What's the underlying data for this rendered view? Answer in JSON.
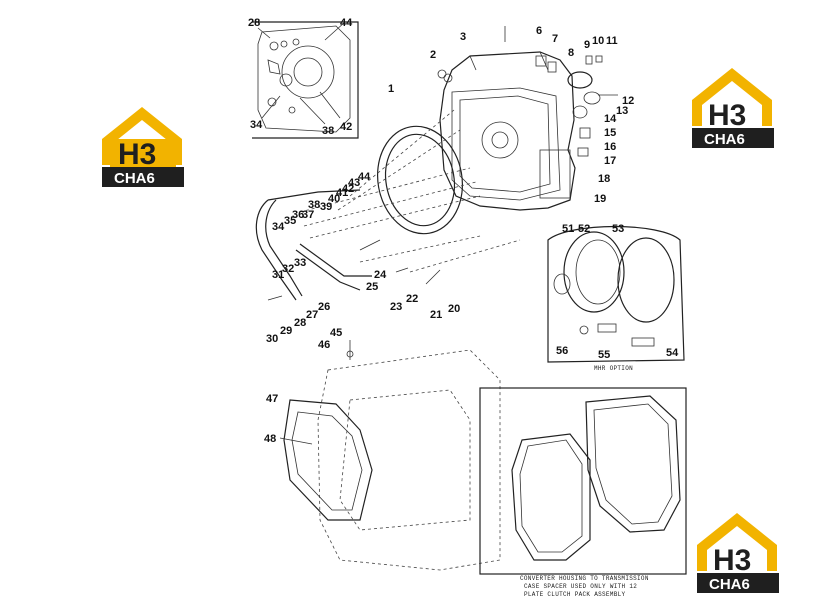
{
  "callouts": [
    "28",
    "44",
    "34",
    "38",
    "42",
    "2",
    "3",
    "6",
    "7",
    "8",
    "9",
    "10",
    "11",
    "12",
    "13",
    "14",
    "15",
    "16",
    "17",
    "18",
    "19",
    "1",
    "44",
    "43",
    "42",
    "41",
    "40",
    "39",
    "38",
    "37",
    "36",
    "35",
    "34",
    "33",
    "32",
    "31",
    "24",
    "25",
    "22",
    "23",
    "21",
    "20",
    "26",
    "27",
    "28",
    "29",
    "30",
    "45",
    "46",
    "47",
    "48",
    "51",
    "52",
    "53",
    "56",
    "55",
    "54"
  ],
  "mhr_option_label": "MHR OPTION",
  "caption_lines": [
    "CONVERTER HOUSING TO TRANSMISSION",
    "CASE SPACER USED ONLY WITH 12",
    "PLATE CLUTCH PACK ASSEMBLY"
  ],
  "logo": {
    "mark": "H3",
    "text": "CHA6",
    "colors": {
      "accent": "#f2b300",
      "dark": "#1f1f1f"
    }
  }
}
